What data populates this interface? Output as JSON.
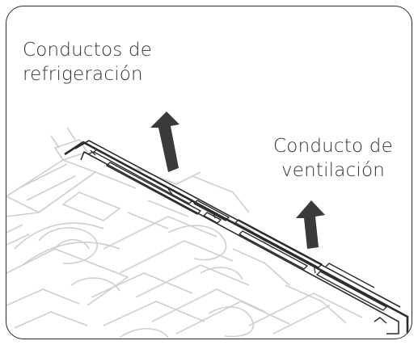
{
  "labels": {
    "cooling_ducts": [
      "Conductos de",
      "refrigeración"
    ],
    "vent_duct": [
      "Conducto de",
      "ventilación"
    ]
  },
  "icons": {
    "arrow_1": "up-arrow-icon",
    "arrow_2": "up-arrow-icon"
  },
  "colors": {
    "line": "#2b2b2b",
    "sketch": "#cfcfcf",
    "arrow": "#3a3a3a",
    "text": "#333333"
  }
}
